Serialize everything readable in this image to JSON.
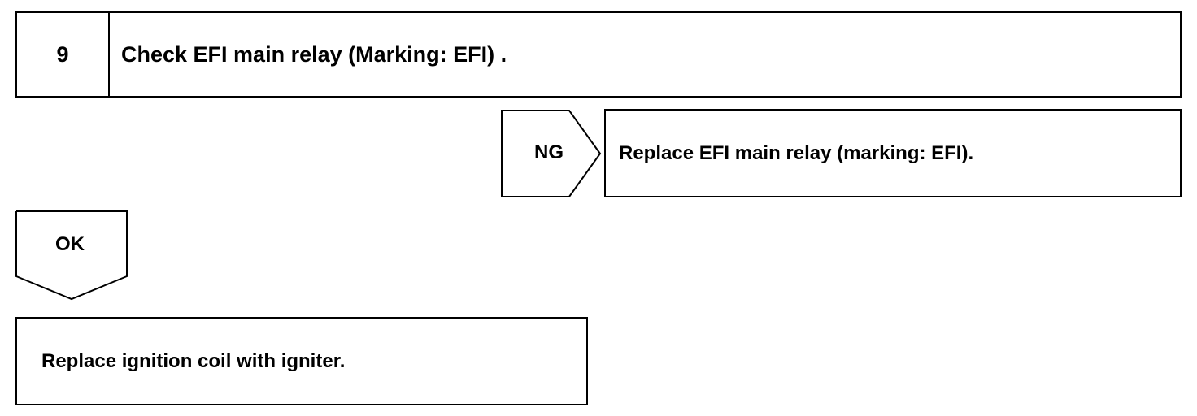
{
  "step": {
    "number": "9",
    "title": "Check EFI main relay (Marking: EFI) ."
  },
  "ng": {
    "label": "NG",
    "action": "Replace EFI main relay (marking: EFI)."
  },
  "ok": {
    "label": "OK"
  },
  "final": {
    "action": "Replace ignition coil with igniter."
  }
}
